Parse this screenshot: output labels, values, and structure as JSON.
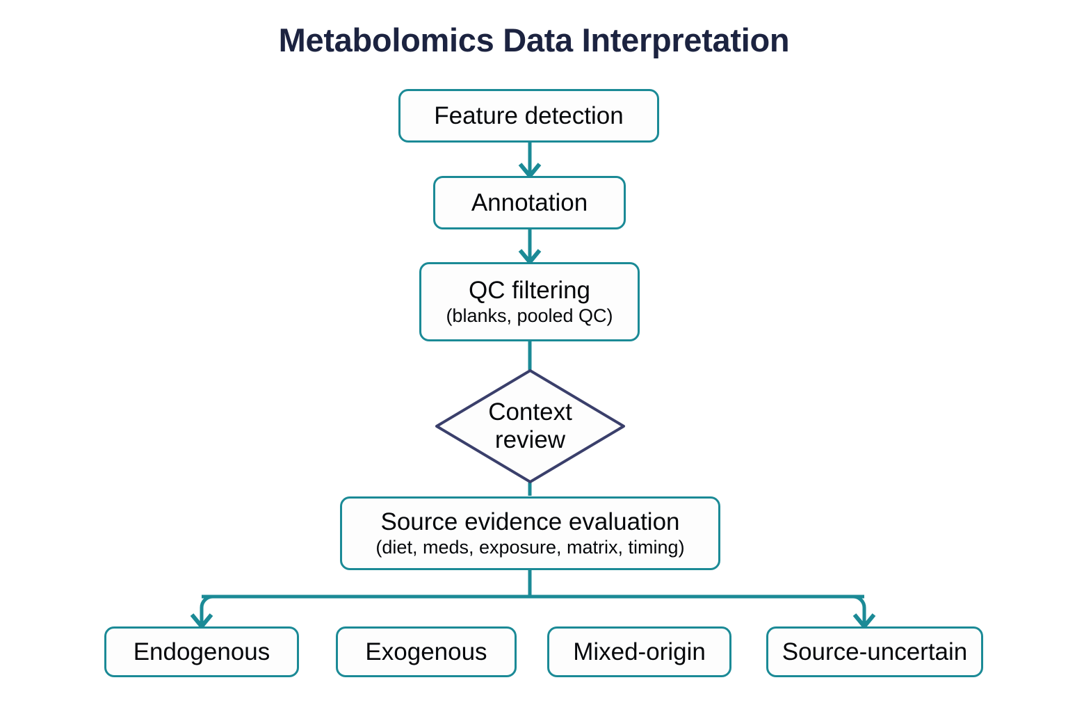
{
  "title": "Metabolomics Data Interpretation",
  "colors": {
    "process_border": "#1b8a96",
    "decision_border": "#3a3f6b",
    "edge": "#1b8a96",
    "title_text": "#1c2340",
    "node_text": "#05070a",
    "background": "#ffffff"
  },
  "chart_data": {
    "type": "flowchart",
    "title": "Metabolomics Data Interpretation",
    "orientation": "top-down",
    "nodes": [
      {
        "id": "feature_detection",
        "shape": "rounded-rect",
        "label": "Feature detection",
        "sub": ""
      },
      {
        "id": "annotation",
        "shape": "rounded-rect",
        "label": "Annotation",
        "sub": ""
      },
      {
        "id": "qc_filtering",
        "shape": "rounded-rect",
        "label": "QC filtering",
        "sub": "(blanks, pooled QC)"
      },
      {
        "id": "context_review",
        "shape": "diamond",
        "label": "Context\nreview",
        "sub": ""
      },
      {
        "id": "source_evidence",
        "shape": "rounded-rect",
        "label": "Source evidence evaluation",
        "sub": "(diet, meds, exposure, matrix, timing)"
      },
      {
        "id": "endogenous",
        "shape": "rounded-rect",
        "label": "Endogenous",
        "sub": ""
      },
      {
        "id": "exogenous",
        "shape": "rounded-rect",
        "label": "Exogenous",
        "sub": ""
      },
      {
        "id": "mixed_origin",
        "shape": "rounded-rect",
        "label": "Mixed-origin",
        "sub": ""
      },
      {
        "id": "source_uncertain",
        "shape": "rounded-rect",
        "label": "Source-uncertain",
        "sub": ""
      }
    ],
    "edges": [
      {
        "from": "feature_detection",
        "to": "annotation",
        "arrow": true
      },
      {
        "from": "annotation",
        "to": "qc_filtering",
        "arrow": true
      },
      {
        "from": "qc_filtering",
        "to": "context_review",
        "arrow": false
      },
      {
        "from": "context_review",
        "to": "source_evidence",
        "arrow": false
      },
      {
        "from": "source_evidence",
        "to": "endogenous",
        "arrow": true
      },
      {
        "from": "source_evidence",
        "to": "exogenous",
        "arrow": false
      },
      {
        "from": "source_evidence",
        "to": "mixed_origin",
        "arrow": false
      },
      {
        "from": "source_evidence",
        "to": "source_uncertain",
        "arrow": true
      }
    ]
  },
  "nodes": {
    "feature_detection": {
      "label": "Feature detection"
    },
    "annotation": {
      "label": "Annotation"
    },
    "qc_filtering": {
      "label": "QC filtering",
      "sub": "(blanks, pooled QC)"
    },
    "context_review": {
      "label": "Context\nreview"
    },
    "source_evidence": {
      "label": "Source evidence evaluation",
      "sub": "(diet, meds, exposure, matrix, timing)"
    },
    "endogenous": {
      "label": "Endogenous"
    },
    "exogenous": {
      "label": "Exogenous"
    },
    "mixed_origin": {
      "label": "Mixed-origin"
    },
    "source_uncertain": {
      "label": "Source-uncertain"
    }
  }
}
